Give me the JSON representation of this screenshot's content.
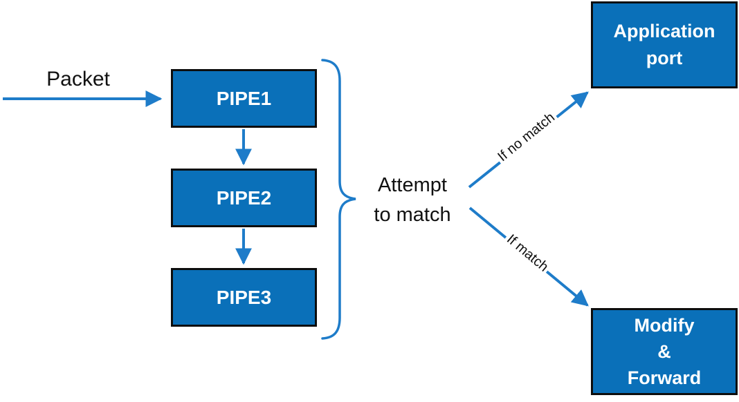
{
  "colors": {
    "node-fill": "#0a70b9",
    "node-border": "#0d0d0d",
    "node-text": "#ffffff",
    "arrow": "#1e7cc9",
    "text": "#111111",
    "background": "#ffffff"
  },
  "labels": {
    "packet": "Packet",
    "attempt": "Attempt\nto match"
  },
  "pipes": [
    {
      "label": "PIPE1"
    },
    {
      "label": "PIPE2"
    },
    {
      "label": "PIPE3"
    }
  ],
  "edges": {
    "no_match": "If no match",
    "match": "If match"
  },
  "terminals": {
    "application_port": "Application\nport",
    "modify_forward": "Modify\n&\nForward"
  }
}
